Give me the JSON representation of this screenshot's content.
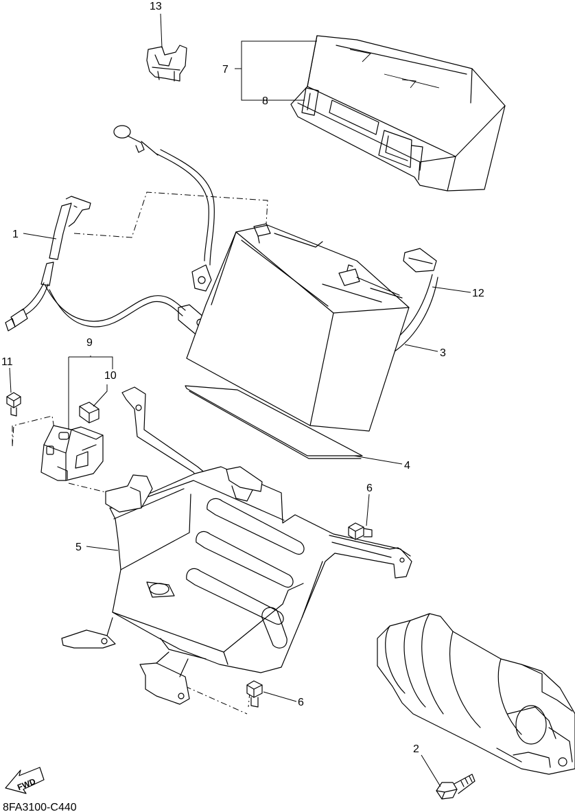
{
  "callouts": {
    "c1": "1",
    "c2": "2",
    "c3": "3",
    "c4": "4",
    "c5": "5",
    "c6a": "6",
    "c6b": "6",
    "c7": "7",
    "c8": "8",
    "c9": "9",
    "c10": "10",
    "c11": "11",
    "c12": "12",
    "c13": "13"
  },
  "fwd_label": "FWD",
  "figure_code": "8FA3100-C440"
}
